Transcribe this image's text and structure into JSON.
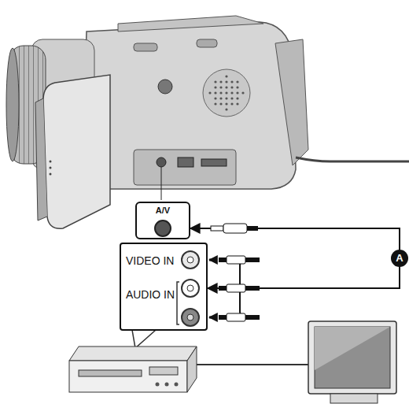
{
  "diagram": {
    "nodes": [
      {
        "text": [
          "A/V"
        ]
      },
      {
        "text": [
          "VIDEO IN",
          "AUDIO IN"
        ]
      }
    ],
    "edges": [
      {
        "from": 0,
        "to": 1,
        "arrow": "both",
        "label": "A"
      }
    ]
  }
}
